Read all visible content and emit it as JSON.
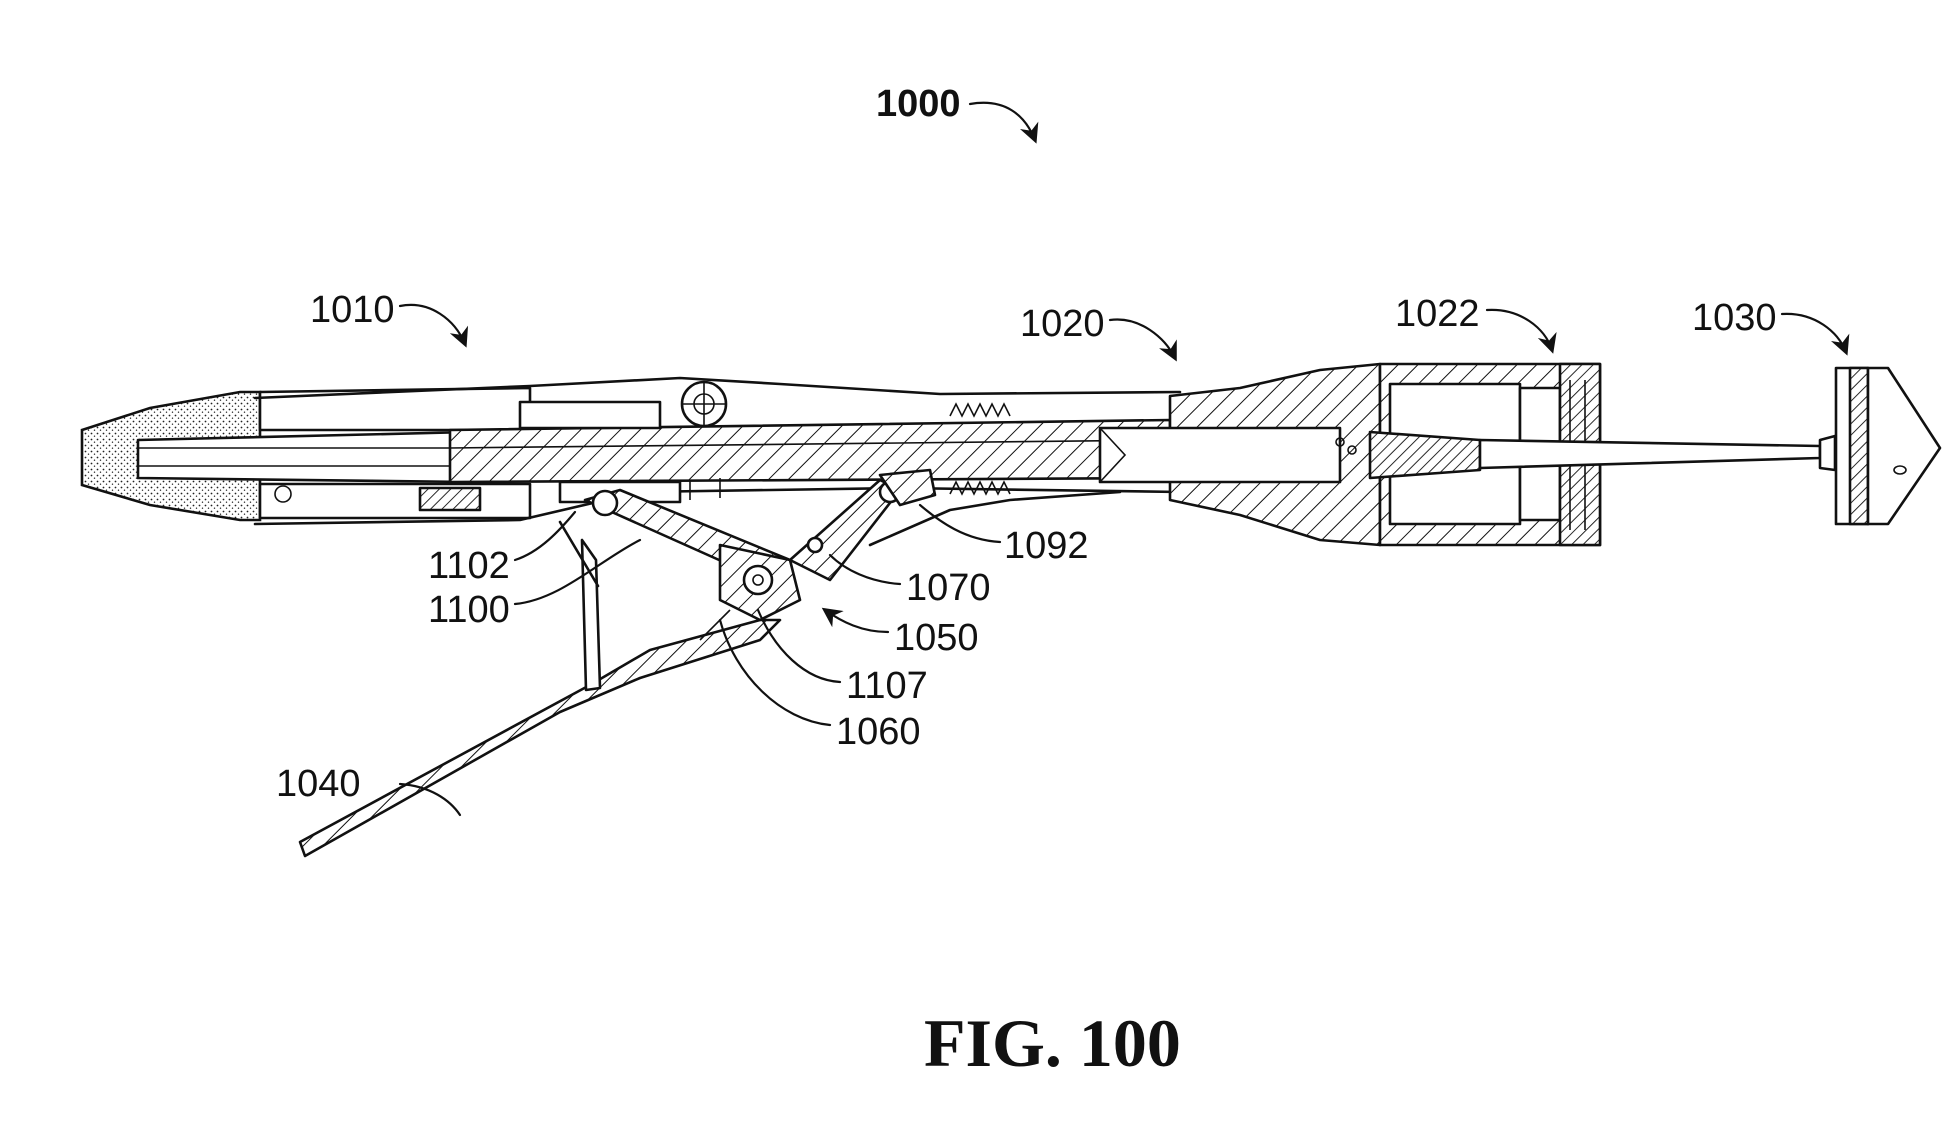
{
  "figure": {
    "caption": "FIG. 100",
    "assembly_ref": "1000"
  },
  "reference_numerals": {
    "r1010": "1010",
    "r1020": "1020",
    "r1022": "1022",
    "r1030": "1030",
    "r1040": "1040",
    "r1050": "1050",
    "r1060": "1060",
    "r1070": "1070",
    "r1092": "1092",
    "r1100": "1100",
    "r1102": "1102",
    "r1107": "1107"
  },
  "colors": {
    "ink": "#111111",
    "background": "#ffffff"
  }
}
